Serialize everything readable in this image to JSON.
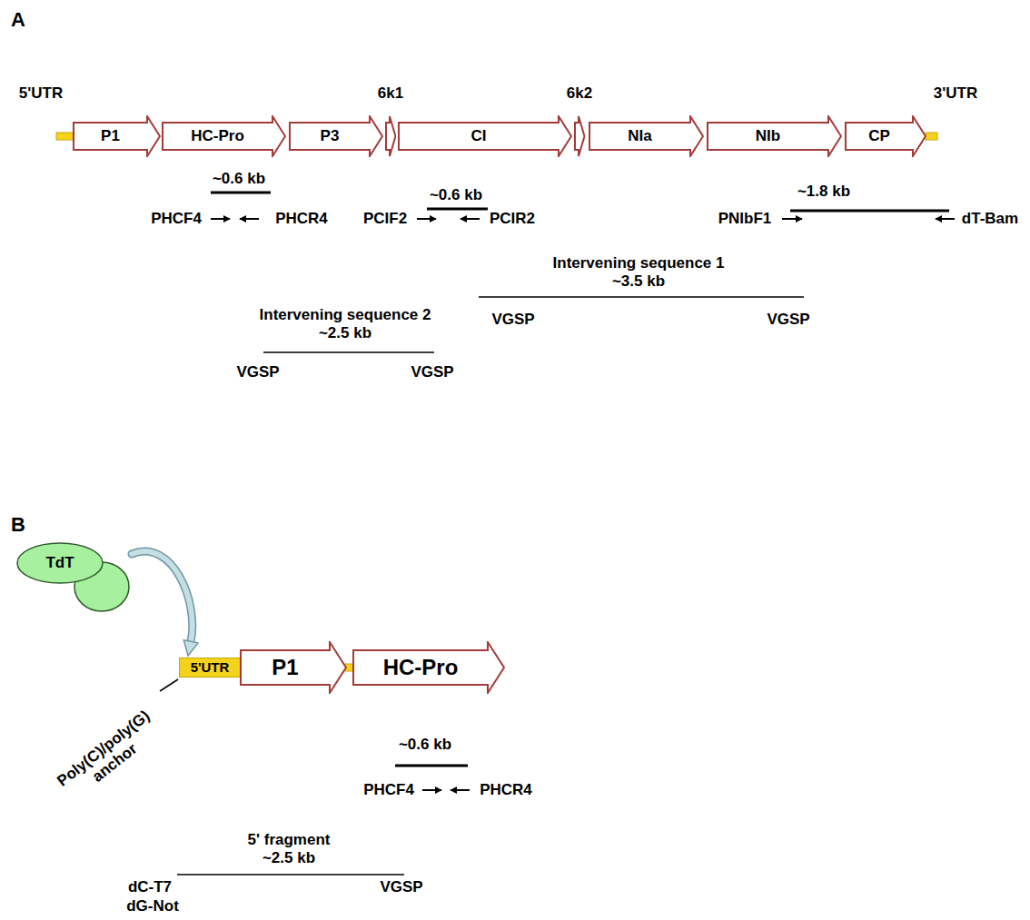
{
  "diagram": {
    "nodes": [
      {
        "text": [
          "P1"
        ]
      },
      {
        "text": [
          "HC-Pro"
        ]
      },
      {
        "text": [
          "P3"
        ]
      },
      {
        "text": [
          "6k1"
        ]
      },
      {
        "text": [
          "CI"
        ]
      },
      {
        "text": [
          "6k2"
        ]
      },
      {
        "text": [
          "NIa"
        ]
      },
      {
        "text": [
          "NIb"
        ]
      },
      {
        "text": [
          "CP"
        ]
      },
      {
        "text": [
          "TdT"
        ]
      },
      {
        "text": [
          "5'UTR"
        ]
      },
      {
        "text": [
          "P1"
        ]
      },
      {
        "text": [
          "HC-Pro"
        ]
      }
    ],
    "edges": [
      {
        "from": 9,
        "to": 10,
        "arrow": "to"
      }
    ],
    "labels": [
      "A",
      "5'UTR",
      "3'UTR",
      "~0.6 kb",
      "PHCF4",
      "PHCR4",
      "~0.6 kb",
      "PCIF2",
      "PCIR2",
      "~1.8 kb",
      "PNIbF1",
      "dT-Bam",
      "Intervening sequence 1",
      "~3.5 kb",
      "VGSP",
      "VGSP",
      "Intervening sequence 2",
      "~2.5 kb",
      "VGSP",
      "VGSP",
      "B",
      "Poly(C)/poly(G) anchor",
      "~0.6 kb",
      "PHCF4",
      "PHCR4",
      "5' fragment",
      "~2.5 kb",
      "dC-T7",
      "dG-Not",
      "VGSP"
    ]
  }
}
